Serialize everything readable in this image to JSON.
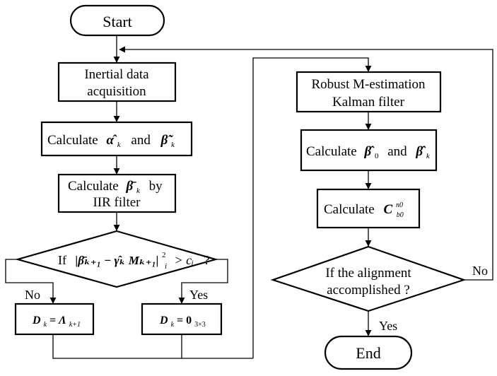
{
  "nodes": {
    "start": "Start",
    "inertial_line1": "Inertial data",
    "inertial_line2": "acquisition",
    "calc1_prefix": "Calculate",
    "calc1_alpha": "α̂",
    "calc1_alpha_sub": "k",
    "calc1_and": "and",
    "calc1_beta": "β̃",
    "calc1_beta_sub": "k",
    "calc2_prefix": "Calculate",
    "calc2_beta": "β̄",
    "calc2_beta_sub": "k",
    "calc2_by": "by",
    "calc2_line2": "IIR filter",
    "decision_if": "If",
    "decision_expr": "|β̄ₖ₊₁ − γ̂ₖ Mₖ₊₁|",
    "decision_sup": "2",
    "decision_sub": "i",
    "decision_gt": "> cᵢ",
    "decision_q": "?",
    "no_branch_D": "D",
    "no_branch_D_sub": "k",
    "no_branch_eq": "= Λ",
    "no_branch_eq_sub": "k+1",
    "yes_branch_D": "D",
    "yes_branch_D_sub": "k",
    "yes_branch_eq": "= 0",
    "yes_branch_eq_sub": "3×3",
    "robust_line1": "Robust M-estimation",
    "robust_line2": "Kalman filter",
    "calc3_prefix": "Calculate",
    "calc3_beta0": "β̂",
    "calc3_beta0_sub": "0",
    "calc3_and": "and",
    "calc3_betak": "β̂",
    "calc3_betak_sub": "k",
    "calc4_prefix": "Calculate",
    "calc4_C": "C",
    "calc4_C_sup": "n0",
    "calc4_C_sub": "b0",
    "align_line1": "If the alignment",
    "align_line2": "accomplished ?",
    "end": "End"
  },
  "edge_labels": {
    "no_left": "No",
    "yes_left": "Yes",
    "no_right": "No",
    "yes_right": "Yes"
  }
}
